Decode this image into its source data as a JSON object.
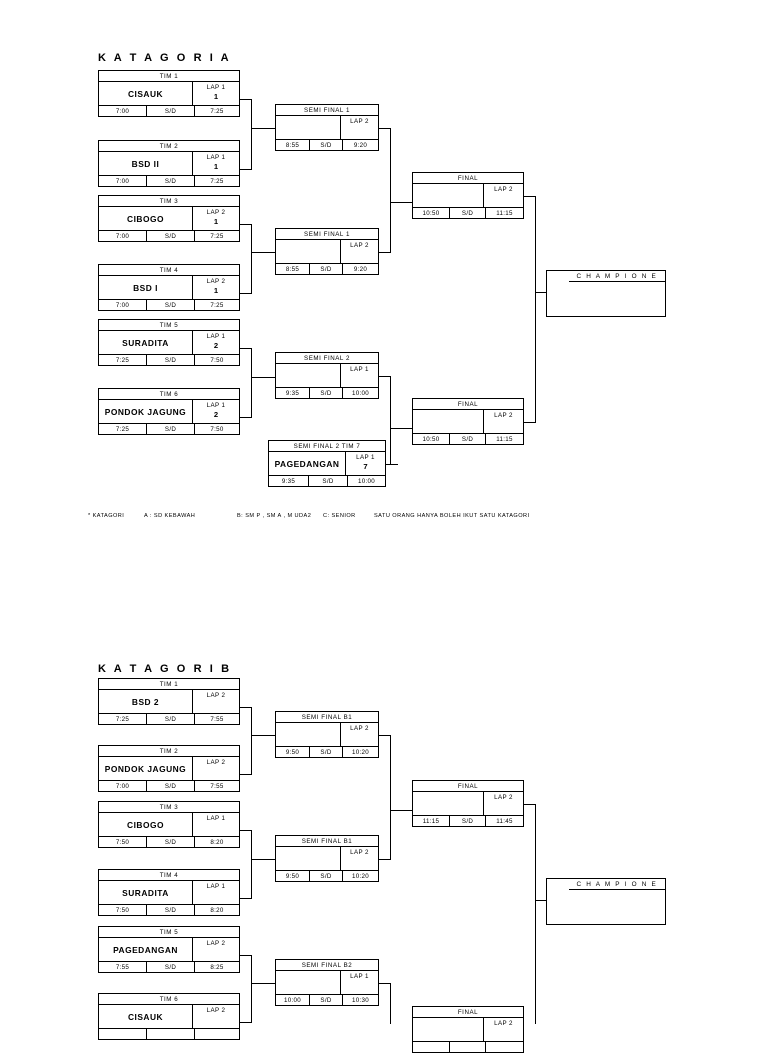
{
  "document": {
    "categories": [
      {
        "title": "K A T A G O R I    A",
        "teams": [
          {
            "header": "TIM  1",
            "name": "CISAUK",
            "lap": "LAP 1",
            "lap_num": "1",
            "start": "7:00",
            "sd": "S/D",
            "end": "7:25"
          },
          {
            "header": "TIM  2",
            "name": "BSD II",
            "lap": "LAP 1",
            "lap_num": "1",
            "start": "7:00",
            "sd": "S/D",
            "end": "7:25"
          },
          {
            "header": "TIM  3",
            "name": "CIBOGO",
            "lap": "LAP 2",
            "lap_num": "1",
            "start": "7:00",
            "sd": "S/D",
            "end": "7:25"
          },
          {
            "header": "TIM  4",
            "name": "BSD I",
            "lap": "LAP 2",
            "lap_num": "1",
            "start": "7:00",
            "sd": "S/D",
            "end": "7:25"
          },
          {
            "header": "TIM  5",
            "name": "SURADITA",
            "lap": "LAP 1",
            "lap_num": "2",
            "start": "7:25",
            "sd": "S/D",
            "end": "7:50"
          },
          {
            "header": "TIM  6",
            "name": "PONDOK JAGUNG",
            "lap": "LAP 1",
            "lap_num": "2",
            "start": "7:25",
            "sd": "S/D",
            "end": "7:50"
          }
        ],
        "semifinals": [
          {
            "header": "SEMI FINAL 1",
            "name": "",
            "lap": "LAP 2",
            "lap_num": "",
            "start": "8:55",
            "sd": "S/D",
            "end": "9:20"
          },
          {
            "header": "SEMI FINAL 1",
            "name": "",
            "lap": "LAP 2",
            "lap_num": "",
            "start": "8:55",
            "sd": "S/D",
            "end": "9:20"
          },
          {
            "header": "SEMI FINAL 2",
            "name": "",
            "lap": "LAP 1",
            "lap_num": "",
            "start": "9:35",
            "sd": "S/D",
            "end": "10:00"
          }
        ],
        "semifinal_team": {
          "header": "SEMI FINAL 2 TIM  7",
          "name": "PAGEDANGAN",
          "lap": "LAP 1",
          "lap_num": "7",
          "start": "9:35",
          "sd": "S/D",
          "end": "10:00"
        },
        "finals": [
          {
            "header": "FINAL",
            "name": "",
            "lap": "LAP 2",
            "lap_num": "",
            "start": "10:50",
            "sd": "S/D",
            "end": "11:15"
          },
          {
            "header": "FINAL",
            "name": "",
            "lap": "LAP 2",
            "lap_num": "",
            "start": "10:50",
            "sd": "S/D",
            "end": "11:15"
          }
        ],
        "champion": {
          "header": "C H A M P I O N E",
          "name": ""
        }
      },
      {
        "title": "K A T A G O R I    B",
        "teams": [
          {
            "header": "TIM  1",
            "name": "BSD 2",
            "lap": "LAP 2",
            "lap_num": "",
            "start": "7:25",
            "sd": "S/D",
            "end": "7:55"
          },
          {
            "header": "TIM  2",
            "name": "PONDOK JAGUNG",
            "lap": "LAP 2",
            "lap_num": "",
            "start": "7:00",
            "sd": "S/D",
            "end": "7:55"
          },
          {
            "header": "TIM  3",
            "name": "CIBOGO",
            "lap": "LAP 1",
            "lap_num": "",
            "start": "7:50",
            "sd": "S/D",
            "end": "8:20"
          },
          {
            "header": "TIM  4",
            "name": "SURADITA",
            "lap": "LAP 1",
            "lap_num": "",
            "start": "7:50",
            "sd": "S/D",
            "end": "8:20"
          },
          {
            "header": "TIM  5",
            "name": "PAGEDANGAN",
            "lap": "LAP 2",
            "lap_num": "",
            "start": "7:55",
            "sd": "S/D",
            "end": "8:25"
          },
          {
            "header": "TIM  6",
            "name": "CISAUK",
            "lap": "LAP 2",
            "lap_num": "",
            "start": "",
            "sd": "",
            "end": ""
          }
        ],
        "semifinals": [
          {
            "header": "SEMI FINAL B1",
            "name": "",
            "lap": "LAP 2",
            "lap_num": "",
            "start": "9:50",
            "sd": "S/D",
            "end": "10:20"
          },
          {
            "header": "SEMI FINAL B1",
            "name": "",
            "lap": "LAP 2",
            "lap_num": "",
            "start": "9:50",
            "sd": "S/D",
            "end": "10:20"
          },
          {
            "header": "SEMI FINAL B2",
            "name": "",
            "lap": "LAP 1",
            "lap_num": "",
            "start": "10:00",
            "sd": "S/D",
            "end": "10:30"
          }
        ],
        "finals": [
          {
            "header": "FINAL",
            "name": "",
            "lap": "LAP 2",
            "lap_num": "",
            "start": "11:15",
            "sd": "S/D",
            "end": "11:45"
          },
          {
            "header": "FINAL",
            "name": "",
            "lap": "LAP 2",
            "lap_num": "",
            "start": "",
            "sd": "",
            "end": ""
          }
        ],
        "champion": {
          "header": "C H A M P I O N E",
          "name": ""
        }
      }
    ],
    "footnote": {
      "prefix": "* KATAGORI",
      "a": "A : SD KEBAWAH",
      "b": "B: SM P , SM A , M UDA2",
      "c": "C: SENIOR",
      "italic": "SATU ORANG HANYA BOLEH IKUT SATU KATAGORI"
    }
  }
}
